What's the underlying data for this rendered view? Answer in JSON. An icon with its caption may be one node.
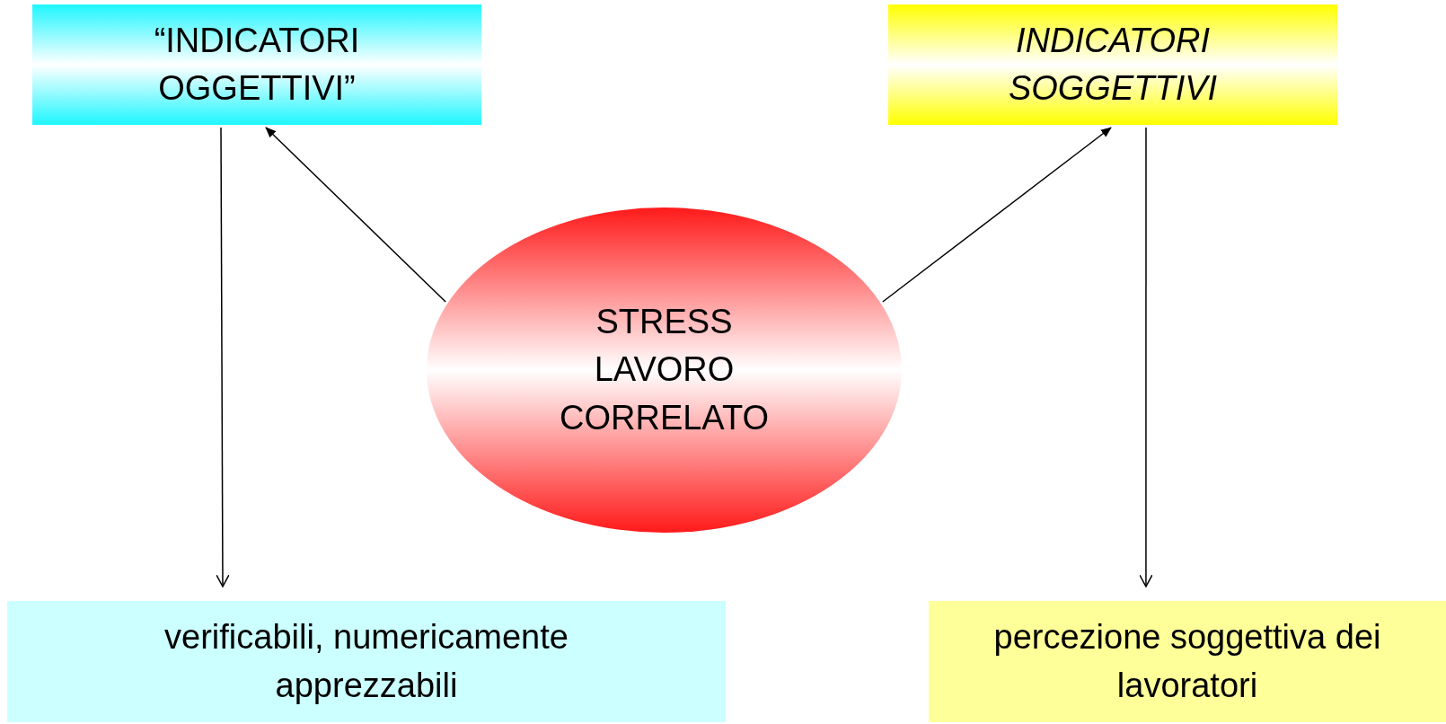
{
  "diagram": {
    "nodes": [
      {
        "text": [
          "“INDICATORI OGGETTIVI”"
        ]
      },
      {
        "text": [
          "INDICATORI SOGGETTIVI"
        ]
      },
      {
        "text": [
          "STRESS LAVORO CORRELATO"
        ]
      },
      {
        "text": [
          "verificabili, numericamente apprezzabili"
        ]
      },
      {
        "text": [
          "percezione soggettiva dei lavoratori"
        ]
      }
    ],
    "edges": [
      {
        "from": 2,
        "to": 0,
        "arrow": "to"
      },
      {
        "from": 2,
        "to": 1,
        "arrow": "to"
      },
      {
        "from": 0,
        "to": 3,
        "arrow": "to"
      },
      {
        "from": 1,
        "to": 4,
        "arrow": "to"
      }
    ]
  }
}
